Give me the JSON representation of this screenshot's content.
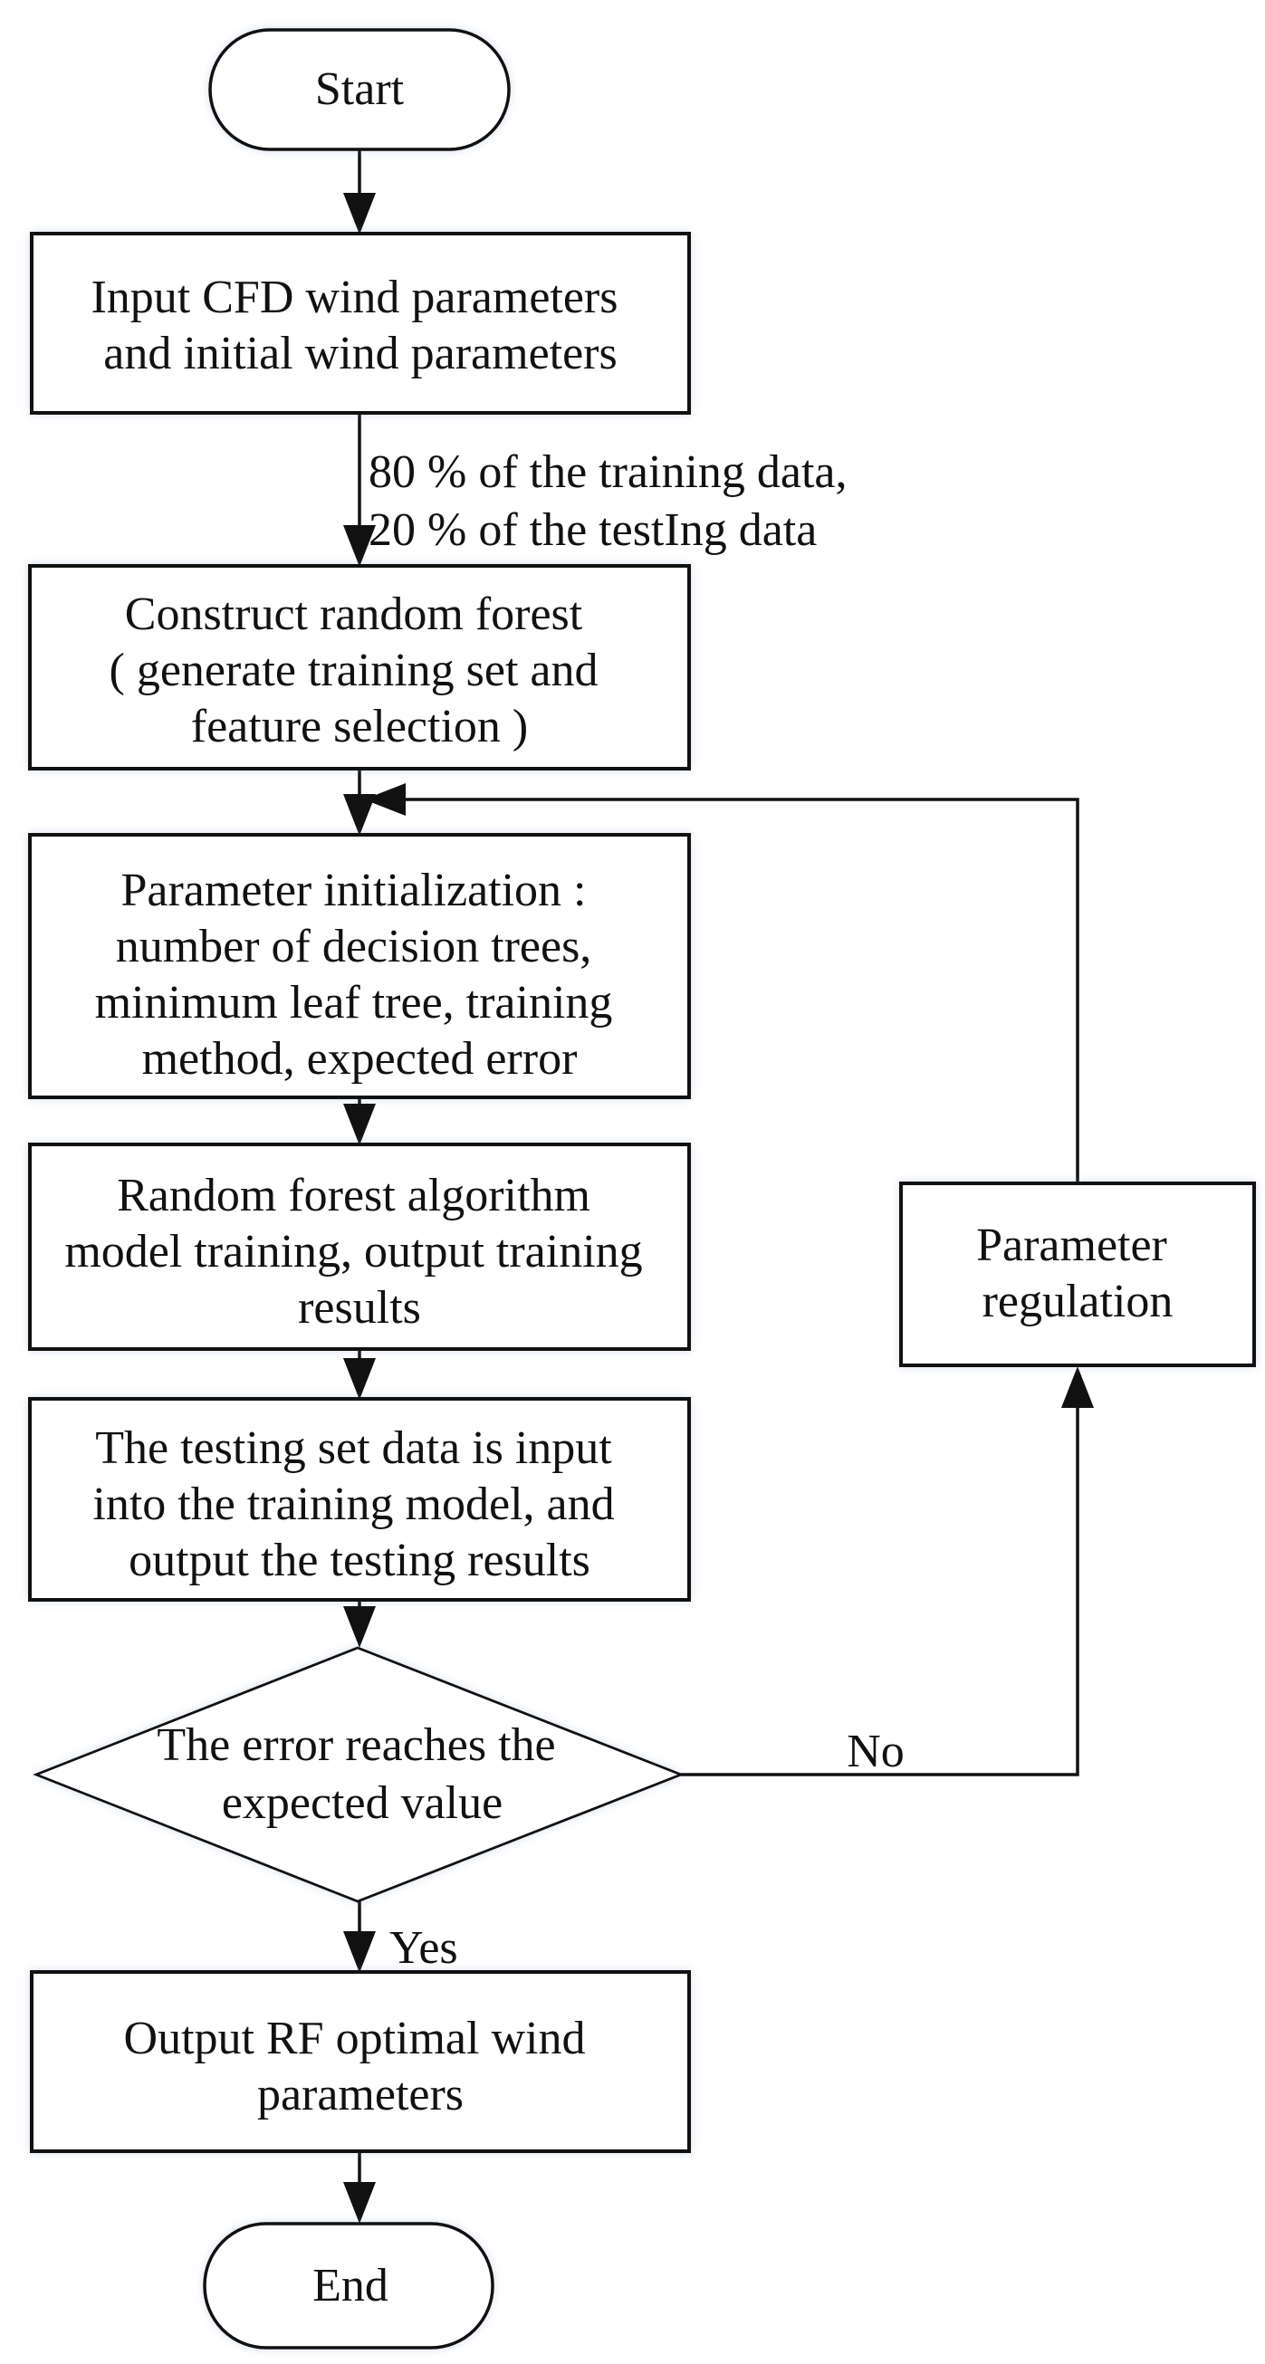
{
  "flowchart": {
    "nodes": {
      "start": {
        "label": "Start"
      },
      "input_params": {
        "lines": [
          "Input CFD wind parameters",
          "and initial wind parameters"
        ]
      },
      "construct_rf": {
        "lines": [
          "Construct random forest",
          "( generate training set and",
          "feature selection )"
        ]
      },
      "param_init": {
        "lines": [
          "Parameter initialization :",
          "number of decision trees,",
          "minimum leaf tree, training",
          "method, expected error"
        ]
      },
      "rf_training": {
        "lines": [
          "Random forest algorithm",
          "model training, output training",
          "results"
        ]
      },
      "testing": {
        "lines": [
          "The testing set data is input",
          "into the training model, and",
          "output the testing results"
        ]
      },
      "decision": {
        "lines": [
          "The error reaches the",
          "expected value"
        ]
      },
      "param_regulation": {
        "lines": [
          "Parameter",
          "regulation"
        ]
      },
      "output_params": {
        "lines": [
          "Output RF optimal wind",
          "parameters"
        ]
      },
      "end": {
        "label": "End"
      }
    },
    "edge_labels": {
      "data_split": {
        "lines": [
          "80 % of the training data,",
          "20 % of the testIng data"
        ]
      },
      "no": "No",
      "yes": "Yes"
    },
    "colors": {
      "ink": "#111111",
      "background": "#ffffff",
      "node_fill": "#ffffff"
    }
  }
}
